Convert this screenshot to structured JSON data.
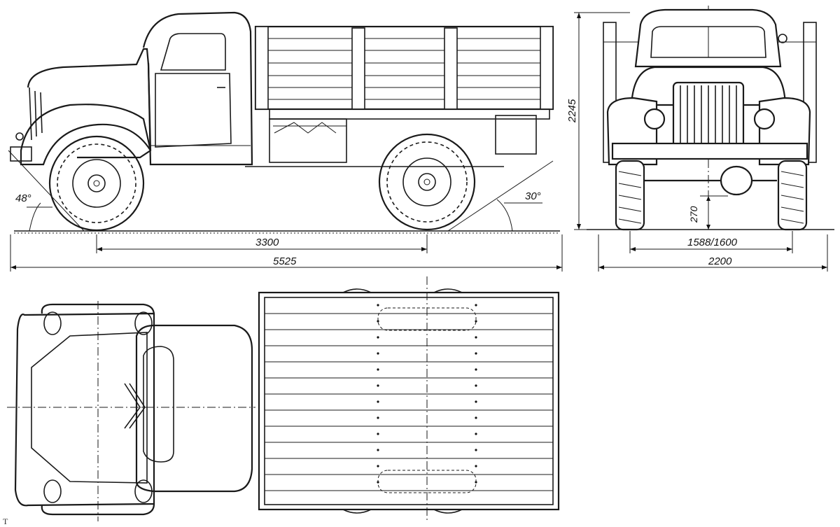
{
  "dimensions": {
    "overall_length": "5525",
    "wheelbase": "3300",
    "height": "2245",
    "width": "2200",
    "track": "1588/1600",
    "ground_clearance": "270",
    "approach_angle": "48°",
    "departure_angle": "30°"
  },
  "caption": "Т"
}
